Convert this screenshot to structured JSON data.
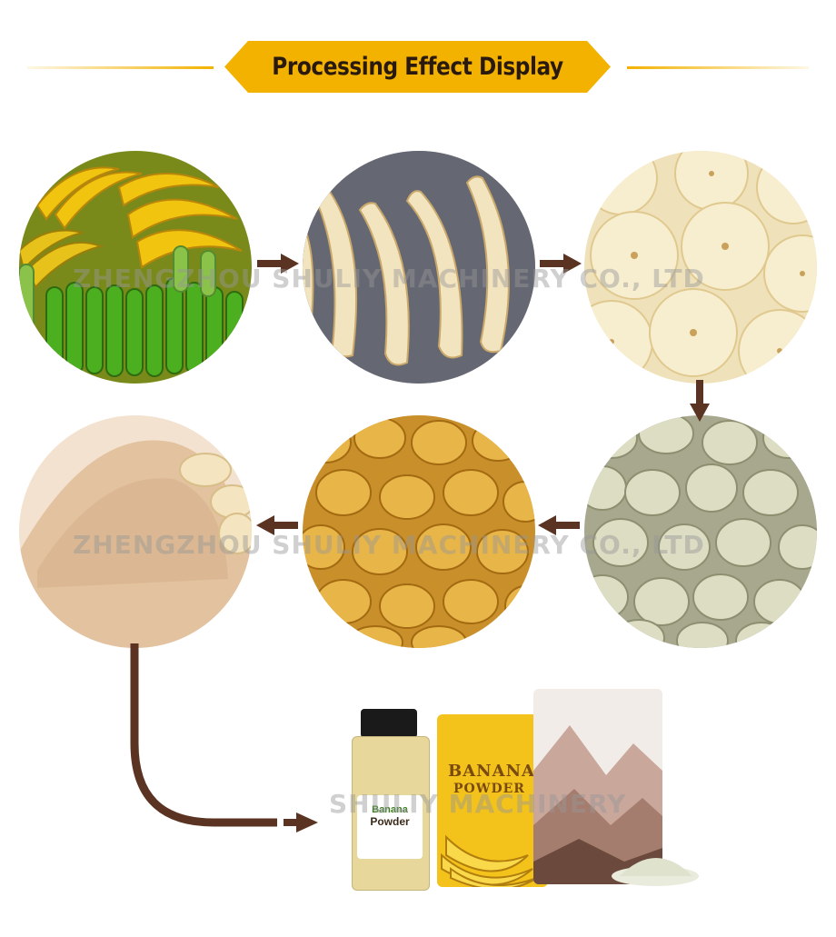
{
  "header": {
    "title": "Processing Effect Display",
    "accent_color": "#f3b200",
    "text_color": "#2a1a0e"
  },
  "steps": [
    {
      "name": "fresh-bananas"
    },
    {
      "name": "peeled-bananas"
    },
    {
      "name": "sliced-bananas"
    },
    {
      "name": "dried-slices"
    },
    {
      "name": "fried-chips"
    },
    {
      "name": "banana-powder"
    }
  ],
  "arrow_color": "#5a3322",
  "watermarks": {
    "top": "ZHENGZHOU SHULIY MACHINERY CO., LTD",
    "middle": "ZHENGZHOU SHULIY MACHINERY CO., LTD",
    "bottom": "SHULIY MACHINERY"
  },
  "products": {
    "jar_label_line1": "Banana",
    "jar_label_line2": "Powder",
    "pouch_label_line1": "BANANA",
    "pouch_label_line2": "POWDER"
  }
}
